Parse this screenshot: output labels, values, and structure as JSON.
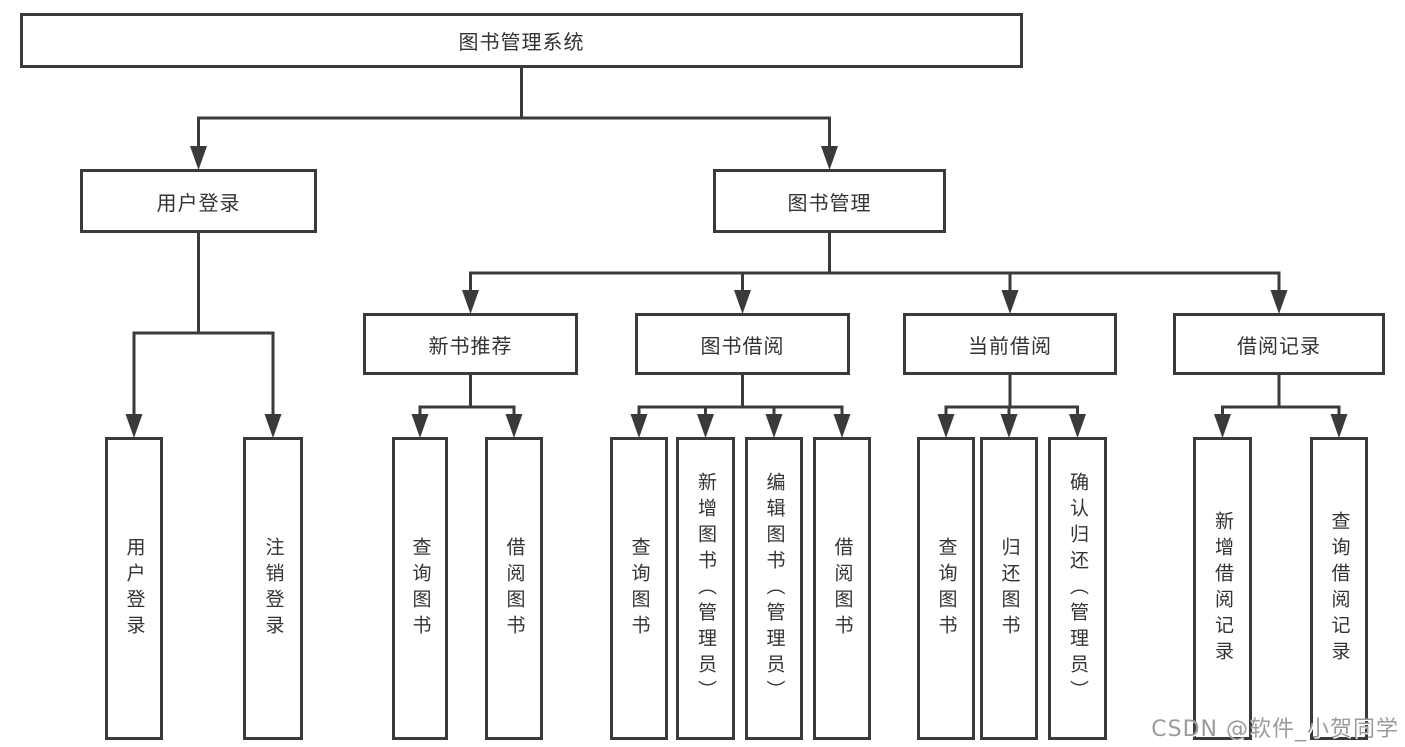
{
  "diagram": {
    "title": "图书管理系统",
    "nodes": [
      {
        "id": "system",
        "label": "图书管理系统",
        "parent": null
      },
      {
        "id": "user-login",
        "label": "用户登录",
        "parent": "system"
      },
      {
        "id": "book-mgmt",
        "label": "图书管理",
        "parent": "system"
      },
      {
        "id": "new-book-rec",
        "label": "新书推荐",
        "parent": "book-mgmt"
      },
      {
        "id": "book-borrow",
        "label": "图书借阅",
        "parent": "book-mgmt"
      },
      {
        "id": "current-borrow",
        "label": "当前借阅",
        "parent": "book-mgmt"
      },
      {
        "id": "borrow-record",
        "label": "借阅记录",
        "parent": "book-mgmt"
      },
      {
        "id": "login",
        "label": "用户登录",
        "parent": "user-login"
      },
      {
        "id": "logout",
        "label": "注销登录",
        "parent": "user-login"
      },
      {
        "id": "rec-query-book",
        "label": "查询图书",
        "parent": "new-book-rec"
      },
      {
        "id": "rec-borrow-book",
        "label": "借阅图书",
        "parent": "new-book-rec"
      },
      {
        "id": "bb-query-book",
        "label": "查询图书",
        "parent": "book-borrow"
      },
      {
        "id": "bb-add-book",
        "label": "新增图书（管理员）",
        "parent": "book-borrow"
      },
      {
        "id": "bb-edit-book",
        "label": "编辑图书（管理员）",
        "parent": "book-borrow"
      },
      {
        "id": "bb-borrow-book",
        "label": "借阅图书",
        "parent": "book-borrow"
      },
      {
        "id": "cb-query-book",
        "label": "查询图书",
        "parent": "current-borrow"
      },
      {
        "id": "cb-return-book",
        "label": "归还图书",
        "parent": "current-borrow"
      },
      {
        "id": "cb-confirm-return",
        "label": "确认归还（管理员）",
        "parent": "current-borrow"
      },
      {
        "id": "br-add-record",
        "label": "新增借阅记录",
        "parent": "borrow-record"
      },
      {
        "id": "br-query-record",
        "label": "查询借阅记录",
        "parent": "borrow-record"
      }
    ],
    "colors": {
      "line": "#3a3a3c",
      "text": "#333333",
      "background": "#ffffff",
      "watermark": "#9b9b9b"
    }
  },
  "watermark": {
    "text": "CSDN @软件_小贺同学"
  }
}
